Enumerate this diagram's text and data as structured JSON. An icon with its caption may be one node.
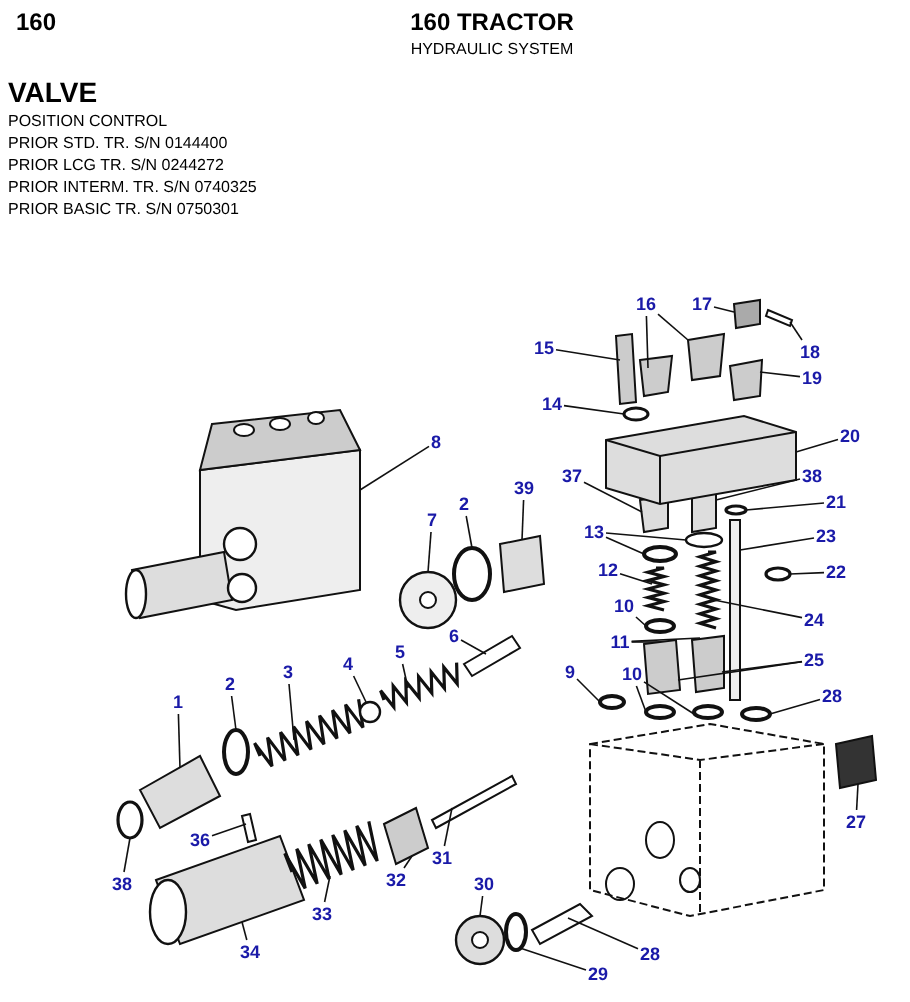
{
  "diagram": {
    "nodes": [
      {
        "text": [
          "8"
        ]
      },
      {
        "text": [
          "7"
        ]
      },
      {
        "text": [
          "2"
        ]
      },
      {
        "text": [
          "39"
        ]
      },
      {
        "text": [
          "3"
        ]
      },
      {
        "text": [
          "4"
        ]
      },
      {
        "text": [
          "5"
        ]
      },
      {
        "text": [
          "6"
        ]
      },
      {
        "text": [
          "1"
        ]
      },
      {
        "text": [
          "2"
        ]
      },
      {
        "text": [
          "36"
        ]
      },
      {
        "text": [
          "38"
        ]
      },
      {
        "text": [
          "34"
        ]
      },
      {
        "text": [
          "33"
        ]
      },
      {
        "text": [
          "32"
        ]
      },
      {
        "text": [
          "31"
        ]
      },
      {
        "text": [
          "30"
        ]
      },
      {
        "text": [
          "29"
        ]
      },
      {
        "text": [
          "28"
        ]
      },
      {
        "text": [
          "27"
        ]
      },
      {
        "text": [
          "28"
        ]
      },
      {
        "text": [
          "25"
        ]
      },
      {
        "text": [
          "24"
        ]
      },
      {
        "text": [
          "22"
        ]
      },
      {
        "text": [
          "23"
        ]
      },
      {
        "text": [
          "21"
        ]
      },
      {
        "text": [
          "38"
        ]
      },
      {
        "text": [
          "37"
        ]
      },
      {
        "text": [
          "13"
        ]
      },
      {
        "text": [
          "12"
        ]
      },
      {
        "text": [
          "10"
        ]
      },
      {
        "text": [
          "11"
        ]
      },
      {
        "text": [
          "10"
        ]
      },
      {
        "text": [
          "9"
        ]
      },
      {
        "text": [
          "14"
        ]
      },
      {
        "text": [
          "15"
        ]
      },
      {
        "text": [
          "16"
        ]
      },
      {
        "text": [
          "17"
        ]
      },
      {
        "text": [
          "18"
        ]
      },
      {
        "text": [
          "19"
        ]
      },
      {
        "text": [
          "20"
        ]
      },
      {
        "text": [],
        "shape": "picture"
      },
      {
        "text": [],
        "shape": "picture"
      },
      {
        "text": [],
        "shape": "circle"
      },
      {
        "text": [],
        "shape": "box"
      },
      {
        "text": [],
        "shape": "picture"
      },
      {
        "text": [],
        "shape": "circle"
      },
      {
        "text": [],
        "shape": "picture"
      },
      {
        "text": [],
        "shape": "bar"
      },
      {
        "text": [],
        "shape": "box"
      },
      {
        "text": [],
        "shape": "circle"
      },
      {
        "text": [],
        "shape": "bar"
      },
      {
        "text": [],
        "shape": "circle"
      },
      {
        "text": [],
        "shape": "picture"
      },
      {
        "text": [],
        "shape": "picture"
      },
      {
        "text": [],
        "shape": "box"
      },
      {
        "text": [],
        "shape": "bar"
      },
      {
        "text": [],
        "shape": "picture"
      },
      {
        "text": [],
        "shape": "circle"
      },
      {
        "text": [],
        "shape": "bar"
      },
      {
        "text": [],
        "shape": "box"
      },
      {
        "text": [],
        "shape": "circle"
      },
      {
        "text": [],
        "shape": "box"
      },
      {
        "text": [],
        "shape": "box"
      },
      {
        "text": [],
        "shape": "picture"
      },
      {
        "text": [],
        "shape": "circle"
      },
      {
        "text": [],
        "shape": "bar"
      },
      {
        "text": [],
        "shape": "circle"
      },
      {
        "text": [],
        "shape": "box"
      },
      {
        "text": [],
        "shape": "box"
      },
      {
        "text": [],
        "shape": "circle"
      },
      {
        "text": [],
        "shape": "circle"
      },
      {
        "text": [],
        "shape": "picture"
      },
      {
        "text": [],
        "shape": "circle"
      },
      {
        "text": [],
        "shape": "circle"
      },
      {
        "text": [],
        "shape": "circle"
      },
      {
        "text": [],
        "shape": "circle"
      },
      {
        "text": [],
        "shape": "bar"
      },
      {
        "text": [],
        "shape": "circle"
      },
      {
        "text": [],
        "shape": "box"
      },
      {
        "text": [],
        "shape": "box"
      },
      {
        "text": [],
        "shape": "box"
      },
      {
        "text": [],
        "shape": "bar"
      },
      {
        "text": [],
        "shape": "box"
      },
      {
        "text": [],
        "shape": "picture"
      }
    ],
    "edges": [
      {
        "from": 0,
        "to": 41,
        "arrow": "none"
      },
      {
        "from": 1,
        "to": 42,
        "arrow": "none"
      },
      {
        "from": 2,
        "to": 43,
        "arrow": "none"
      },
      {
        "from": 3,
        "to": 44,
        "arrow": "none"
      },
      {
        "from": 4,
        "to": 45,
        "arrow": "none"
      },
      {
        "from": 5,
        "to": 46,
        "arrow": "none"
      },
      {
        "from": 6,
        "to": 47,
        "arrow": "none"
      },
      {
        "from": 7,
        "to": 48,
        "arrow": "none"
      },
      {
        "from": 8,
        "to": 49,
        "arrow": "none"
      },
      {
        "from": 9,
        "to": 50,
        "arrow": "none"
      },
      {
        "from": 10,
        "to": 51,
        "arrow": "none"
      },
      {
        "from": 11,
        "to": 52,
        "arrow": "none"
      },
      {
        "from": 12,
        "to": 53,
        "arrow": "none"
      },
      {
        "from": 13,
        "to": 54,
        "arrow": "none"
      },
      {
        "from": 14,
        "to": 55,
        "arrow": "none"
      },
      {
        "from": 15,
        "to": 56,
        "arrow": "none"
      },
      {
        "from": 16,
        "to": 57,
        "arrow": "none"
      },
      {
        "from": 17,
        "to": 58,
        "arrow": "none"
      },
      {
        "from": 18,
        "to": 59,
        "arrow": "none"
      },
      {
        "from": 19,
        "to": 60,
        "arrow": "none"
      },
      {
        "from": 20,
        "to": 61,
        "arrow": "none"
      },
      {
        "from": 21,
        "to": 62,
        "arrow": "none"
      },
      {
        "from": 21,
        "to": 63,
        "arrow": "none"
      },
      {
        "from": 22,
        "to": 64,
        "arrow": "none"
      },
      {
        "from": 23,
        "to": 65,
        "arrow": "none"
      },
      {
        "from": 24,
        "to": 66,
        "arrow": "none"
      },
      {
        "from": 25,
        "to": 67,
        "arrow": "none"
      },
      {
        "from": 26,
        "to": 68,
        "arrow": "none"
      },
      {
        "from": 27,
        "to": 69,
        "arrow": "none"
      },
      {
        "from": 28,
        "to": 70,
        "arrow": "none"
      },
      {
        "from": 28,
        "to": 71,
        "arrow": "none"
      },
      {
        "from": 29,
        "to": 72,
        "arrow": "none"
      },
      {
        "from": 30,
        "to": 73,
        "arrow": "none"
      },
      {
        "from": 31,
        "to": 62,
        "arrow": "none"
      },
      {
        "from": 31,
        "to": 63,
        "arrow": "none"
      },
      {
        "from": 32,
        "to": 74,
        "arrow": "none"
      },
      {
        "from": 32,
        "to": 75,
        "arrow": "none"
      },
      {
        "from": 33,
        "to": 76,
        "arrow": "none"
      },
      {
        "from": 34,
        "to": 78,
        "arrow": "none"
      },
      {
        "from": 35,
        "to": 77,
        "arrow": "none"
      },
      {
        "from": 36,
        "to": 79,
        "arrow": "none"
      },
      {
        "from": 36,
        "to": 80,
        "arrow": "none"
      },
      {
        "from": 37,
        "to": 81,
        "arrow": "none"
      },
      {
        "from": 38,
        "to": 82,
        "arrow": "none"
      },
      {
        "from": 39,
        "to": 83,
        "arrow": "none"
      },
      {
        "from": 40,
        "to": 84,
        "arrow": "none"
      }
    ],
    "labels": [
      "160",
      "160 TRACTOR",
      "HYDRAULIC SYSTEM",
      "VALVE",
      "POSITION CONTROL",
      "PRIOR STD. TR. S/N 0144400",
      "PRIOR LCG TR. S/N 0244272",
      "PRIOR INTERM. TR. S/N 0740325",
      "PRIOR BASIC TR. S/N 0750301"
    ]
  }
}
